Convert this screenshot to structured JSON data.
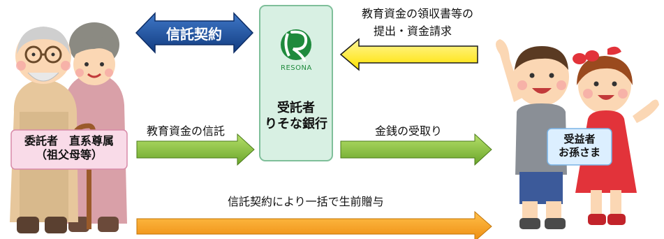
{
  "trust_contract": "信託契約",
  "bank": {
    "logo_text": "RESONA",
    "role": "受託者",
    "name": "りそな銀行"
  },
  "settlor": {
    "line1": "委託者　直系尊属",
    "line2": "（祖父母等）"
  },
  "beneficiary": {
    "line1": "受益者",
    "line2": "お孫さま"
  },
  "flows": {
    "receipts_line1": "教育資金の領収書等の",
    "receipts_line2": "提出・資金請求",
    "education_trust": "教育資金の信託",
    "money_receipt": "金銭の受取り",
    "lump_sum_gift": "信託契約により一括で生前贈与"
  },
  "colors": {
    "blue_arrow": "#1d4f9c",
    "green_arrow": "#8cc63f",
    "yellow_arrow": "#ffef3a",
    "orange_arrow": "#f7a21b",
    "bank_box": "#d8f0e3",
    "settlor_box": "#f9dbe8",
    "beneficiary_box": "#dcefff",
    "logo_green": "#1f8a3d"
  }
}
